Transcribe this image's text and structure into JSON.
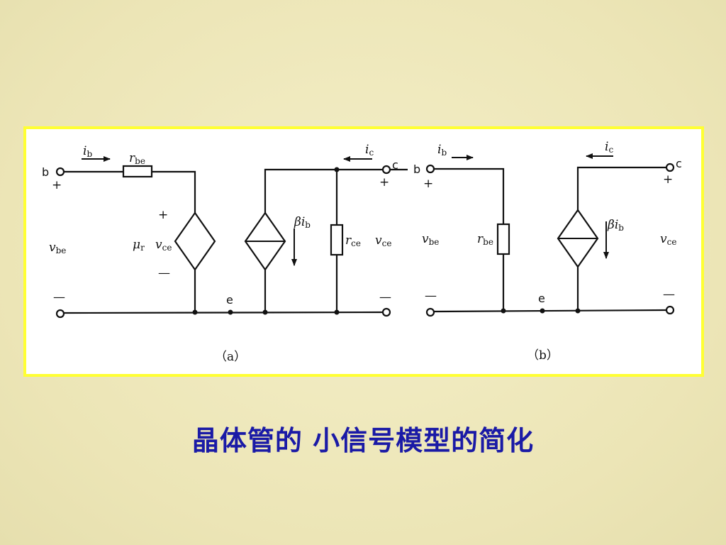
{
  "slide": {
    "caption": "晶体管的 小信号模型的简化"
  },
  "circuit_a": {
    "node_b": "b",
    "node_c": "c",
    "node_e": "e",
    "plus_left": "+",
    "minus_left": "—",
    "plus_right": "+",
    "minus_right": "—",
    "plus_mid": "+",
    "minus_mid": "—",
    "ib_main": "i",
    "ib_sub": "b",
    "ic_main": "i",
    "ic_sub": "c",
    "rbe_main": "r",
    "rbe_sub": "be",
    "vbe_main": "v",
    "vbe_sub": "be",
    "mu_main": "μ",
    "mu_sub": "r",
    "vce_mid_main": "v",
    "vce_mid_sub": "ce",
    "beta_main": "βi",
    "beta_sub": "b",
    "rce_main": "r",
    "rce_sub": "ce",
    "vce_main": "v",
    "vce_sub": "ce",
    "label": "（a）"
  },
  "circuit_b": {
    "node_b": "b",
    "node_c": "c",
    "node_e": "e",
    "plus_left": "+",
    "minus_left": "—",
    "plus_right": "+",
    "minus_right": "—",
    "ib_main": "i",
    "ib_sub": "b",
    "ic_main": "i",
    "ic_sub": "c",
    "vbe_main": "v",
    "vbe_sub": "be",
    "rbe_main": "r",
    "rbe_sub": "be",
    "beta_main": "βi",
    "beta_sub": "b",
    "vce_main": "v",
    "vce_sub": "ce",
    "label": "（b）"
  }
}
